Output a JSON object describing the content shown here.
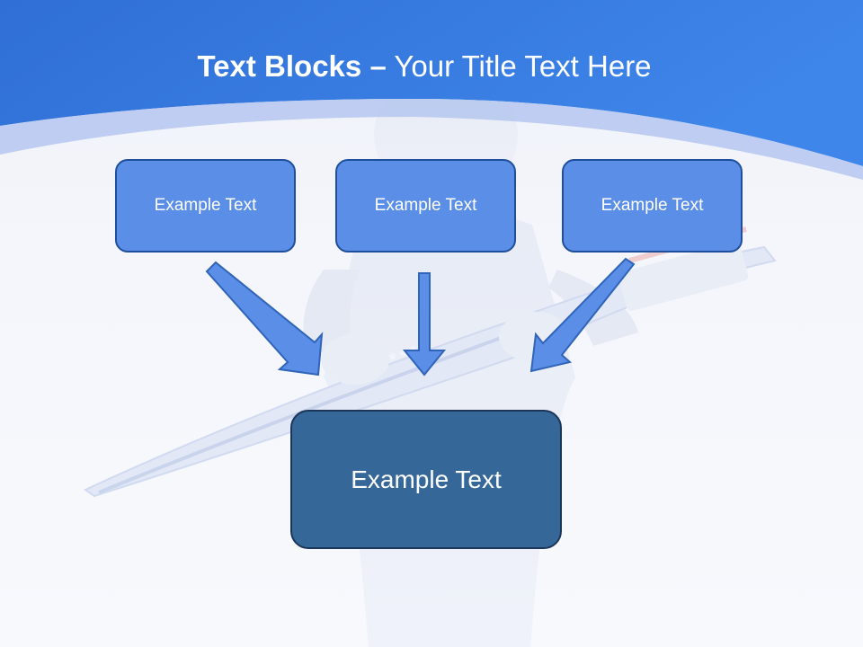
{
  "title": {
    "bold": "Text Blocks",
    "separator": "–",
    "rest": "Your Title Text Here"
  },
  "boxes": {
    "left": "Example Text",
    "center": "Example Text",
    "right": "Example Text",
    "main": "Example Text"
  },
  "colors": {
    "header_blue": "#3b7be0",
    "box_blue": "#5b8ee6",
    "main_box": "#356799",
    "arrow": "#5b8ee6"
  }
}
